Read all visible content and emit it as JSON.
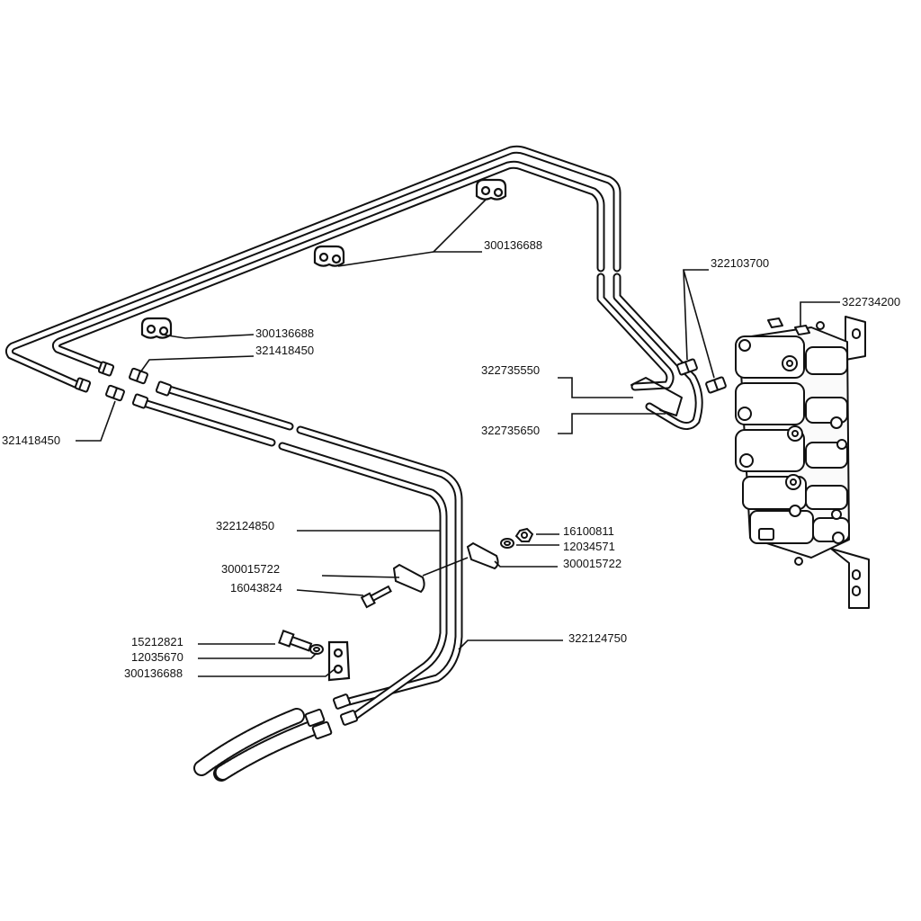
{
  "diagram": {
    "part_numbers": [
      "300136688",
      "322103700",
      "322734200",
      "300136688",
      "321418450",
      "322735550",
      "322735650",
      "321418450",
      "322124850",
      "16100811",
      "12034571",
      "300015722",
      "300015722",
      "16043824",
      "322124750",
      "15212821",
      "12035670",
      "300136688"
    ]
  }
}
